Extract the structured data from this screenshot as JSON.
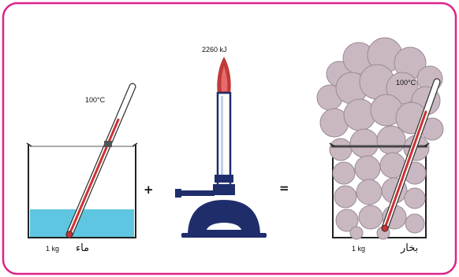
{
  "energy_label": "2260 kJ",
  "water": {
    "temperature": "100°C",
    "mass": "1 kg",
    "name": "ماء"
  },
  "steam": {
    "temperature": "100°C",
    "mass": "1 kg",
    "name": "بخار"
  },
  "operators": {
    "plus": "+",
    "equals": "="
  },
  "colors": {
    "frame": "#e0218a",
    "water": "#5ec6e0",
    "thermometer_fill": "#d03030",
    "burner": "#1f2e6b",
    "steam": "#c9b8c2"
  }
}
